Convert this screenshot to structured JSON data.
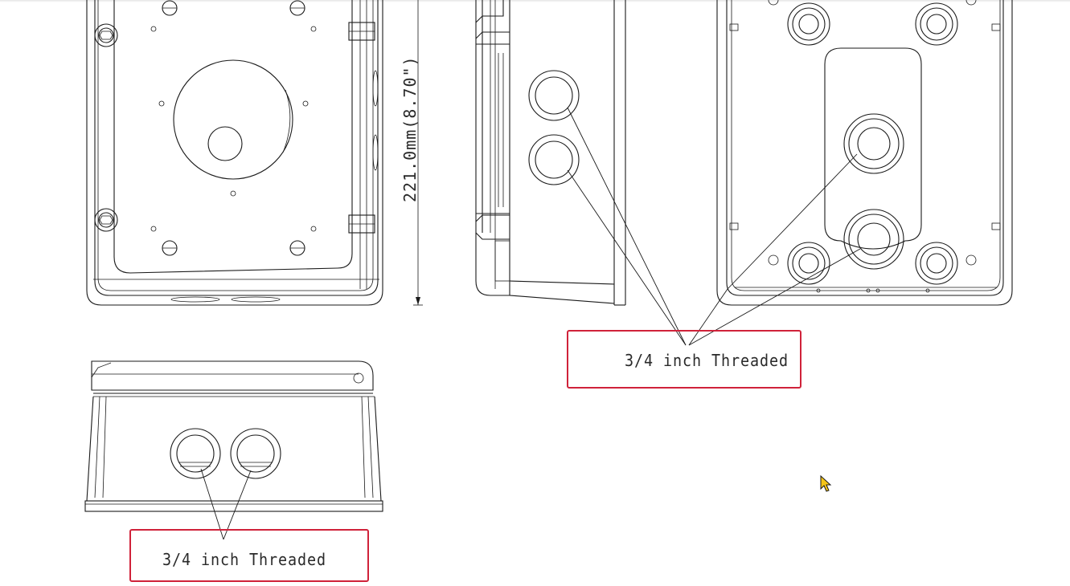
{
  "drawing": {
    "dimension_label": "221.0mm(8.70\")"
  },
  "callouts": [
    {
      "label": "3/4 inch Threaded"
    },
    {
      "label": "3/4 inch Threaded"
    }
  ],
  "colors": {
    "callout_border": "#d0223a",
    "line": "#1a1a1a",
    "background": "#ffffff",
    "cursor_fill": "#f5c518"
  },
  "icons": {
    "cursor": "mouse-pointer-icon"
  }
}
